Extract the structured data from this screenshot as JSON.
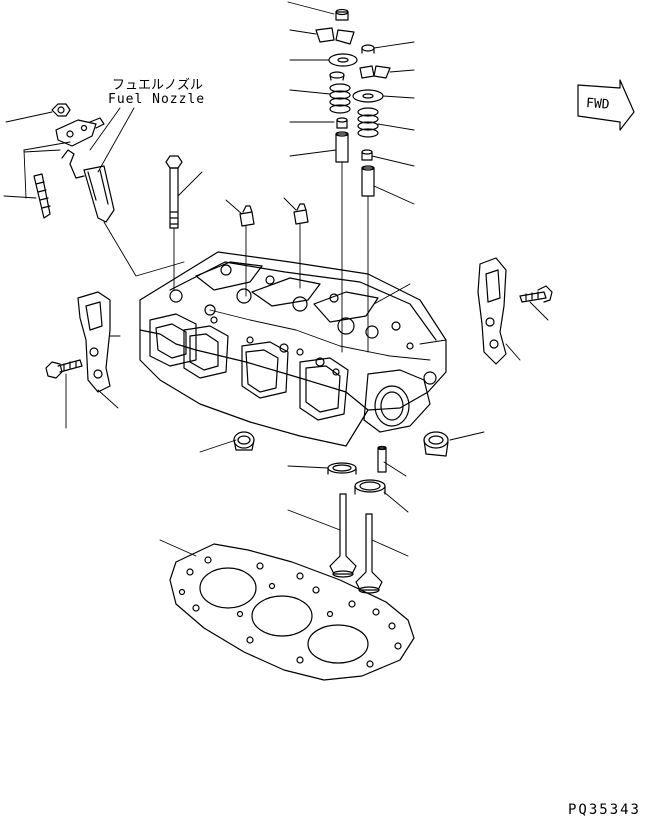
{
  "labels": {
    "fuel_nozzle_jp": "フュエルノズル",
    "fuel_nozzle_en": "Fuel Nozzle",
    "fwd": "FWD",
    "drawing_code": "PQ35343"
  }
}
